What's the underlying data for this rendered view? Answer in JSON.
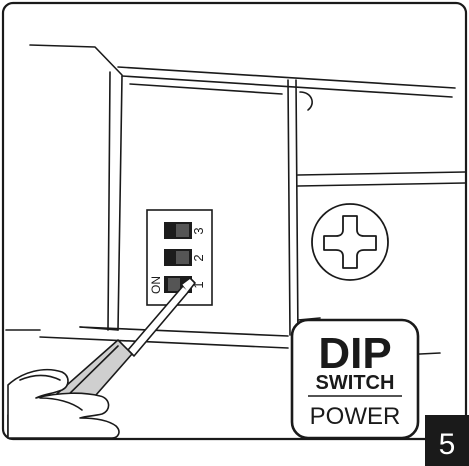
{
  "dip_switch": {
    "on_label": "ON",
    "positions": [
      "1",
      "2",
      "3"
    ]
  },
  "badge": {
    "line1": "DIP",
    "line2": "SWITCH",
    "line3": "POWER"
  },
  "step_number": "5"
}
